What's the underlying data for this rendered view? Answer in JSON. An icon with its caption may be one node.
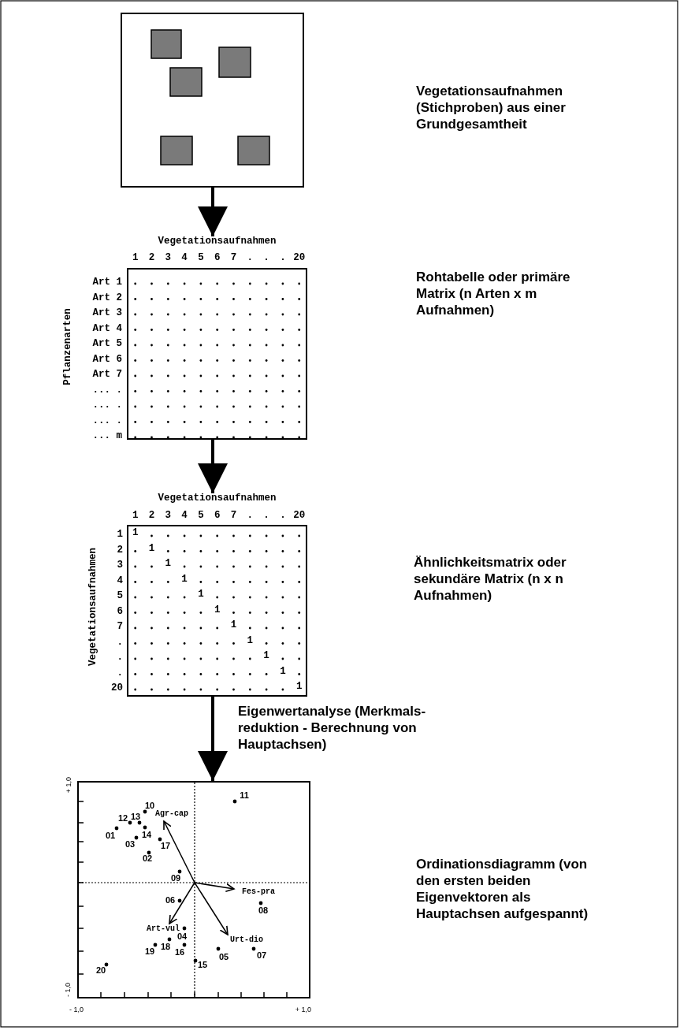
{
  "diagram": {
    "nodes": [
      {
        "text": [],
        "shape": "box"
      },
      {
        "text": [
          "Vegetationsaufnahmen"
        ]
      },
      {
        "text": [
          "Vegetationsaufnahmen"
        ]
      },
      {
        "text": [],
        "shape": "box"
      }
    ],
    "edges": [
      {
        "from": 0,
        "to": 1,
        "arrow": "to"
      },
      {
        "from": 1,
        "to": 2,
        "arrow": "to"
      },
      {
        "from": 2,
        "to": 3,
        "arrow": "to",
        "label": "Eigenwertanalyse (Merkmals- reduktion - Berechnung von Hauptachsen)"
      }
    ],
    "labels": [
      "Vegetationsaufnahmen (Stichproben) aus einer Grundgesamtheit",
      "1",
      "2",
      "3",
      "4",
      "5",
      "6",
      "7",
      ".",
      ".",
      ".",
      "20",
      "Rohtabelle oder primäre Matrix (n Arten x m Aufnahmen)",
      "Art 1",
      "Art 2",
      "Art 3",
      "Art 4",
      "Art 5",
      "Art 6",
      "Art 7",
      "... .",
      "... .",
      "... .",
      "... m",
      "Pflanzenarten",
      "1",
      "2",
      "3",
      "4",
      "5",
      "6",
      "7",
      ".",
      ".",
      ".",
      "20",
      "Vegetationsaufnahmen",
      "1",
      "2",
      "3",
      "4",
      "5",
      "6",
      "7",
      ".",
      ".",
      ".",
      "20",
      "1",
      "1",
      "1",
      "1",
      "1",
      "1",
      "1",
      "1",
      "1",
      "1",
      "1",
      "Ähnlichkeitsmatrix oder sekundäre Matrix (n x n Aufnahmen)",
      "+ 1,0",
      "11",
      "10",
      "12",
      "13",
      "Agr-cap",
      "01",
      "14",
      "03",
      "17",
      "02",
      "Ordinationsdiagramm (von den ersten beiden Eigenvektoren als Hauptachsen aufgespannt)",
      "09",
      "06",
      "Fes-pra",
      "08",
      "Art-vul",
      "04",
      "Urt-dio",
      "18",
      "19",
      "16",
      "05",
      "07",
      "15",
      "20",
      "- 1,0",
      "- 1,0",
      "+ 1,0"
    ]
  }
}
